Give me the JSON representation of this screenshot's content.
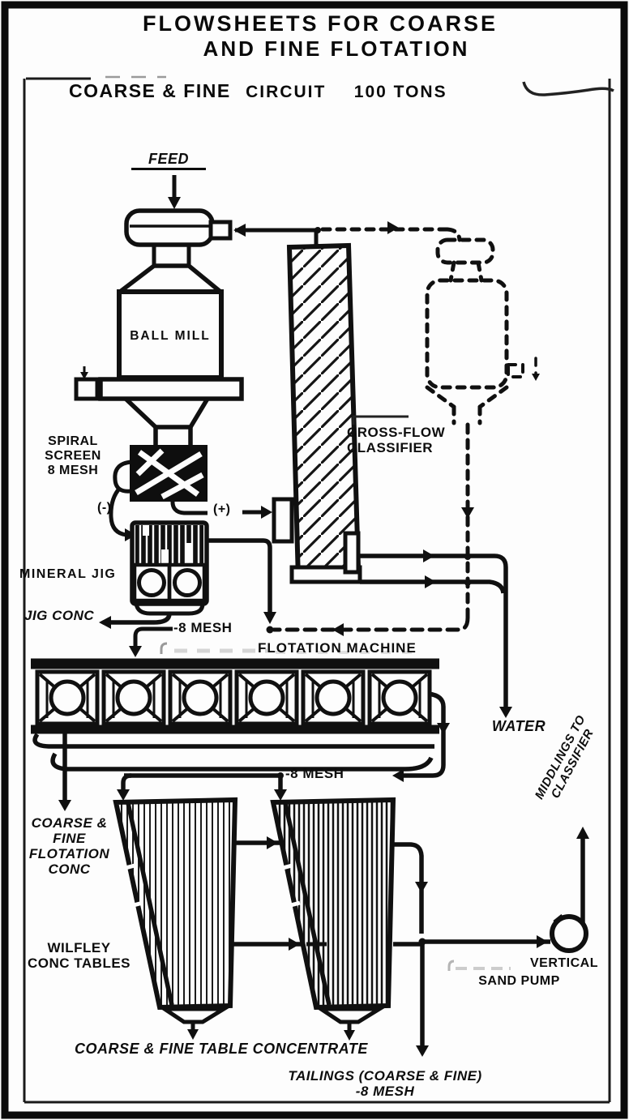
{
  "document": {
    "title_line1": "FLOWSHEETS FOR COARSE",
    "title_line2": "AND FINE FLOTATION",
    "subtitle_circuit": "COARSE & FINE",
    "subtitle_word": "CIRCUIT",
    "subtitle_capacity": "100 TONS"
  },
  "labels": {
    "feed": "FEED",
    "ball_mill": "BALL MILL",
    "spiral_screen": "SPIRAL\nSCREEN\n8 MESH",
    "screen_undersize": "(-)",
    "screen_oversize": "(+)",
    "mineral_jig": "MINERAL JIG",
    "jig_conc": "JIG CONC",
    "minus8_mesh_top": "-8 MESH",
    "flotation_machine": "FLOTATION MACHINE",
    "cross_flow_classifier": "CROSS-FLOW\nCLASSIFIER",
    "water": "WATER",
    "middlings_to_classifier": "MIDDLINGS TO\nCLASSIFIER",
    "minus8_mesh_mid": "-8 MESH",
    "coarse_fine_flotation_conc": "COARSE &\nFINE\nFLOTATION\nCONC",
    "wilfley_conc_tables": "WILFLEY\nCONC TABLES",
    "pump_line1": "VERTICAL",
    "pump_line2": "SAND PUMP",
    "coarse_fine_table_concentrate": "COARSE & FINE TABLE CONCENTRATE",
    "tailings": "TAILINGS (COARSE & FINE)\n-8 MESH"
  }
}
